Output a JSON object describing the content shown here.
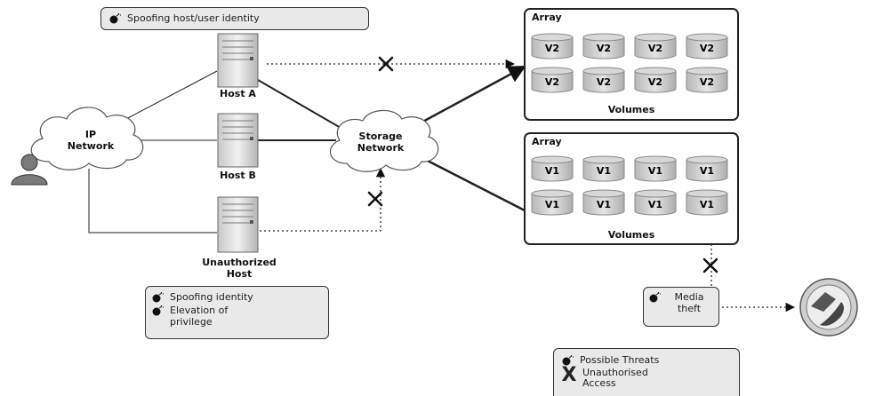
{
  "threats": {
    "top": "Spoofing host/user identity",
    "bottom_1": "Spoofing identity",
    "bottom_2": "Elevation of privilege",
    "media": "Media theft"
  },
  "nodes": {
    "ip_network": "IP Network",
    "storage_network": "Storage Network",
    "host_a": "Host A",
    "host_b": "Host B",
    "unauthorized_host": "Unauthorized Host"
  },
  "arrays": [
    {
      "title": "Array",
      "volumes_label": "Volumes",
      "volumes": [
        "V2",
        "V2",
        "V2",
        "V2",
        "V2",
        "V2",
        "V2",
        "V2"
      ]
    },
    {
      "title": "Array",
      "volumes_label": "Volumes",
      "volumes": [
        "V1",
        "V1",
        "V1",
        "V1",
        "V1",
        "V1",
        "V1",
        "V1"
      ]
    }
  ],
  "legend": {
    "threats": "Possible Threats",
    "unauthorised": "Unauthorised Access"
  },
  "block_mark": "X",
  "icons": [
    "bomb-icon",
    "server-icon",
    "cloud-icon",
    "user-icon",
    "media-theft-icon"
  ],
  "colors": {
    "stroke": "#222222",
    "callout_fill": "#e9e9e9",
    "cylinder": "#c8c8c8"
  }
}
